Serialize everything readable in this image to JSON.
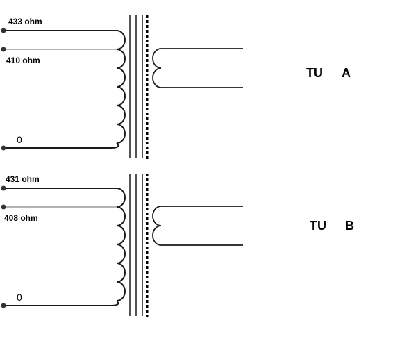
{
  "transformers": [
    {
      "name_left": "TU",
      "name_right": "A",
      "taps": [
        "433 ohm",
        "410 ohm",
        "0"
      ]
    },
    {
      "name_left": "TU",
      "name_right": "B",
      "taps": [
        "431 ohm",
        "408 ohm",
        "0"
      ]
    }
  ],
  "colors": {
    "line": "#1a1a1a",
    "tap_wire": "#9a9a9a",
    "shield": "#000000"
  }
}
